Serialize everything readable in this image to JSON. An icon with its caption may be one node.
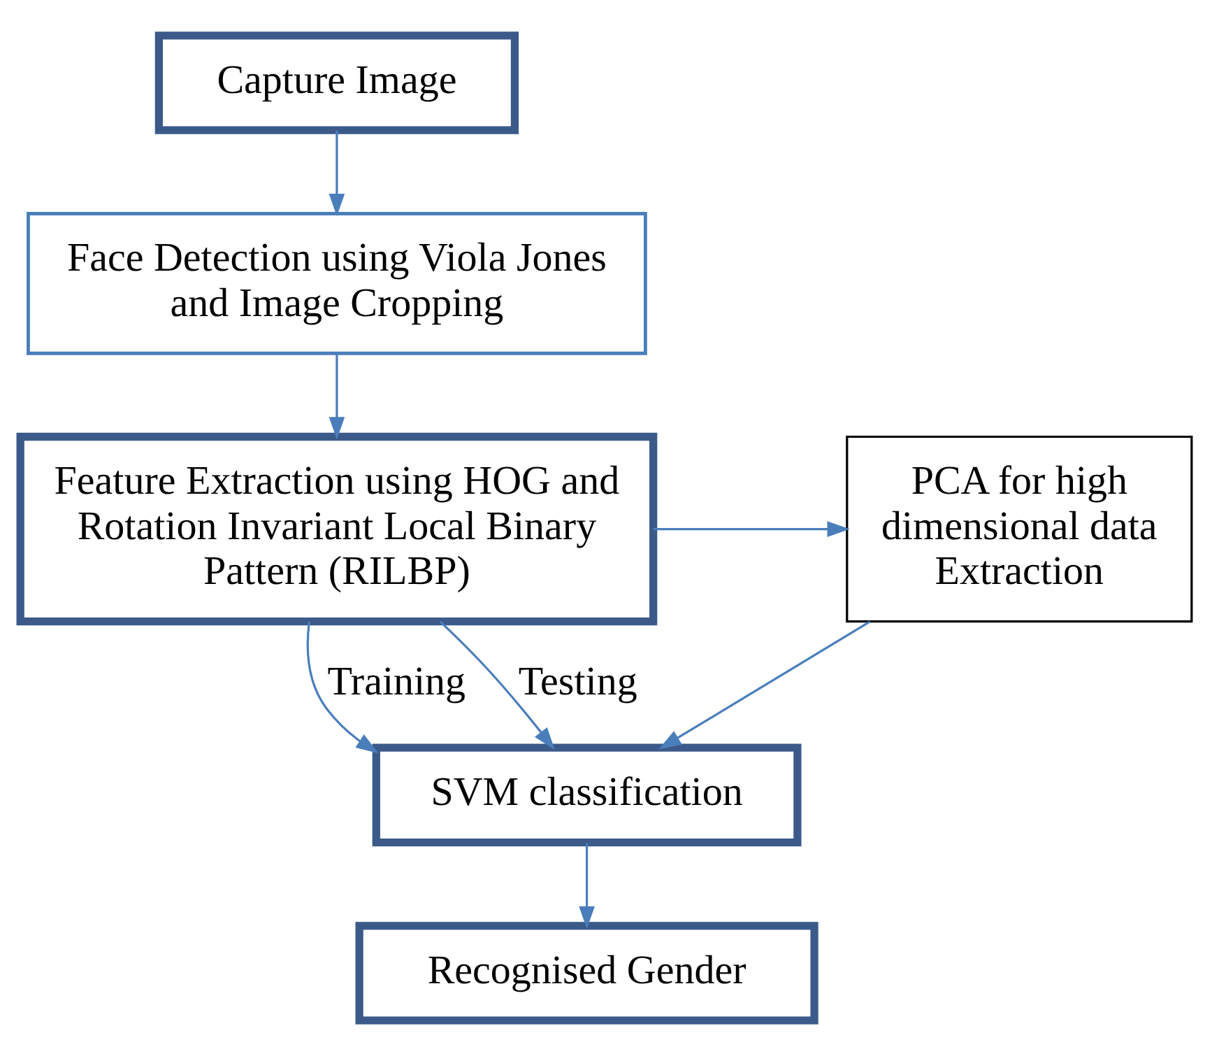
{
  "diagram": {
    "nodes": [
      {
        "text": [
          "Capture Image"
        ]
      },
      {
        "text": [
          "Face Detection using Viola Jones and Image Cropping"
        ]
      },
      {
        "text": [
          "Feature Extraction using HOG and Rotation Invariant Local Binary Pattern (RILBP)"
        ]
      },
      {
        "text": [
          "PCA for high dimensional data Extraction"
        ]
      },
      {
        "text": [
          "SVM classification"
        ]
      },
      {
        "text": [
          "Recognised Gender"
        ]
      }
    ],
    "edges": [
      {
        "from": 0,
        "to": 1,
        "arrow": "to"
      },
      {
        "from": 1,
        "to": 2,
        "arrow": "to"
      },
      {
        "from": 2,
        "to": 3,
        "arrow": "to"
      },
      {
        "from": 2,
        "to": 4,
        "arrow": "to",
        "label": "Training"
      },
      {
        "from": 2,
        "to": 4,
        "arrow": "to",
        "label": "Testing"
      },
      {
        "from": 3,
        "to": 4,
        "arrow": "to"
      },
      {
        "from": 4,
        "to": 5,
        "arrow": "to"
      }
    ]
  }
}
